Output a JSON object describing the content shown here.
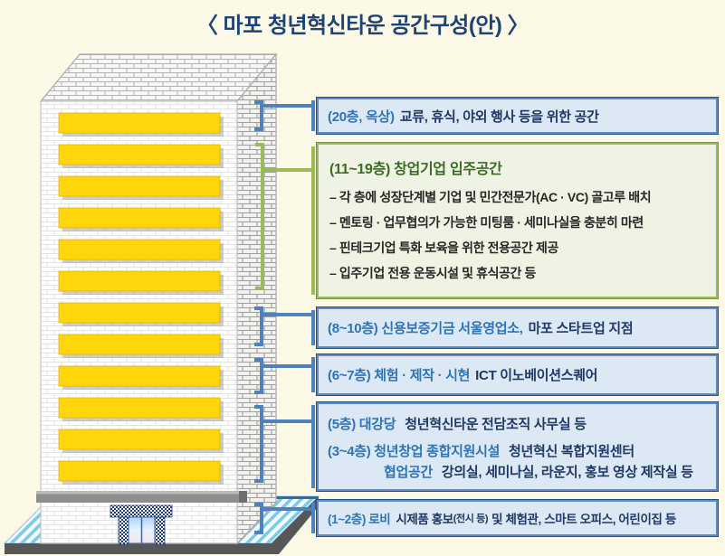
{
  "title": "〈 마포 청년혁신타운 공간구성(안) 〉",
  "building": {
    "window_bar_count": 12,
    "parts": [
      "roof",
      "front-face",
      "side-wall",
      "window-bars",
      "ledge",
      "entrance",
      "ground"
    ]
  },
  "colors": {
    "background": "#FCFAE6",
    "title_navy": "#1F4473",
    "box_fill_blue": "#DCE9F5",
    "box_border_blue": "#5B8BC9",
    "box_fill_green": "#EFF3E3",
    "box_border_green": "#9CBB5C",
    "floor_label_blue": "#2E74B5",
    "text_navy": "#1F3864",
    "green_header": "#3E6A25",
    "bracket_blue": "#4F81BD",
    "bracket_green": "#9BBB59",
    "window_yellow": "#FFD60A"
  },
  "boxes": [
    {
      "label": "(20층, 옥상)",
      "text": "교류, 휴식, 야외 행사 등을 위한 공간"
    },
    {
      "header": "(11~19층) 창업기업 입주공간",
      "bullets": [
        "– 각 층에 성장단계별 기업 및 민간전문가(AC · VC) 골고루 배치",
        "– 멘토링 · 업무협의가 가능한 미팅룸 · 세미나실을 충분히 마련",
        "– 핀테크기업 특화 보육을 위한 전용공간 제공",
        "– 입주기업 전용 운동시설 및 휴식공간 등"
      ]
    },
    {
      "label": "(8~10층) 신용보증기금 서울영업소,",
      "text": "마포 스타트업 지점"
    },
    {
      "label": "(6~7층) 체험 · 제작 · 시현",
      "text": "ICT  이노베이션스퀘어"
    },
    {
      "lines": [
        {
          "label": "(5층) 대강당",
          "text": "청년혁신타운 전담조직 사무실 등"
        },
        {
          "label": "(3~4층) 청년창업 종합지원시설",
          "text": "청년혁신 복합지원센터"
        },
        {
          "label": "협업공간",
          "text": "강의실, 세미나실, 라운지, 홍보 영상 제작실 등"
        }
      ]
    },
    {
      "label": "(1~2층) 로비",
      "text": "시제품 홍보",
      "text_small": "(전시 등)",
      "text_after": "및 체험관, 스마트 오피스, 어린이집 등"
    }
  ]
}
